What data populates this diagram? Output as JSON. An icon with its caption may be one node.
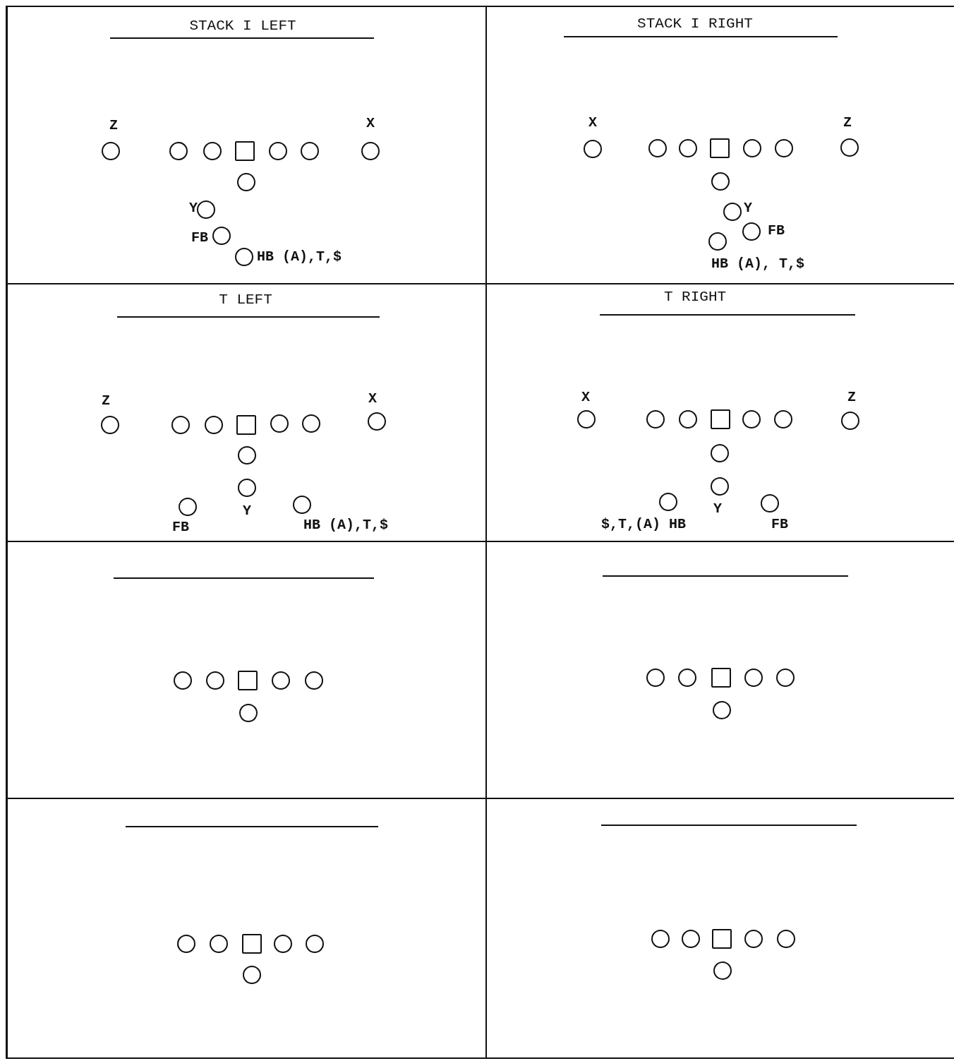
{
  "diagram": {
    "nodes": [
      {
        "text": [
          "STACK I LEFT"
        ]
      },
      {
        "text": [],
        "shape": "circle",
        "in": 0,
        "beside": [
          "Z"
        ]
      },
      {
        "text": [],
        "shape": "circle",
        "in": 0
      },
      {
        "text": [],
        "shape": "circle",
        "in": 0
      },
      {
        "text": [],
        "shape": "box",
        "in": 0
      },
      {
        "text": [],
        "shape": "circle",
        "in": 0
      },
      {
        "text": [],
        "shape": "circle",
        "in": 0
      },
      {
        "text": [],
        "shape": "circle",
        "in": 0,
        "beside": [
          "X"
        ]
      },
      {
        "text": [],
        "shape": "circle",
        "in": 0
      },
      {
        "text": [],
        "shape": "circle",
        "in": 0,
        "beside": [
          "Y"
        ]
      },
      {
        "text": [],
        "shape": "circle",
        "in": 0,
        "beside": [
          "FB"
        ]
      },
      {
        "text": [],
        "shape": "circle",
        "in": 0,
        "beside": [
          "HB (A),T,$"
        ]
      },
      {
        "text": [
          "STACK I RIGHT"
        ]
      },
      {
        "text": [],
        "shape": "circle",
        "in": 12,
        "beside": [
          "X"
        ]
      },
      {
        "text": [],
        "shape": "circle",
        "in": 12
      },
      {
        "text": [],
        "shape": "circle",
        "in": 12
      },
      {
        "text": [],
        "shape": "box",
        "in": 12
      },
      {
        "text": [],
        "shape": "circle",
        "in": 12
      },
      {
        "text": [],
        "shape": "circle",
        "in": 12
      },
      {
        "text": [],
        "shape": "circle",
        "in": 12,
        "beside": [
          "Z"
        ]
      },
      {
        "text": [],
        "shape": "circle",
        "in": 12
      },
      {
        "text": [],
        "shape": "circle",
        "in": 12,
        "beside": [
          "Y"
        ]
      },
      {
        "text": [],
        "shape": "circle",
        "in": 12,
        "beside": [
          "FB"
        ]
      },
      {
        "text": [],
        "shape": "circle",
        "in": 12,
        "beside": [
          "HB (A), T,$"
        ]
      },
      {
        "text": [
          "T LEFT"
        ]
      },
      {
        "text": [],
        "shape": "circle",
        "in": 24,
        "beside": [
          "Z"
        ]
      },
      {
        "text": [],
        "shape": "circle",
        "in": 24
      },
      {
        "text": [],
        "shape": "circle",
        "in": 24
      },
      {
        "text": [],
        "shape": "box",
        "in": 24
      },
      {
        "text": [],
        "shape": "circle",
        "in": 24
      },
      {
        "text": [],
        "shape": "circle",
        "in": 24
      },
      {
        "text": [],
        "shape": "circle",
        "in": 24,
        "beside": [
          "X"
        ]
      },
      {
        "text": [],
        "shape": "circle",
        "in": 24
      },
      {
        "text": [],
        "shape": "circle",
        "in": 24,
        "beside": [
          "Y"
        ]
      },
      {
        "text": [],
        "shape": "circle",
        "in": 24,
        "beside": [
          "FB"
        ]
      },
      {
        "text": [],
        "shape": "circle",
        "in": 24,
        "beside": [
          "HB (A),T,$"
        ]
      },
      {
        "text": [
          "T RIGHT"
        ]
      },
      {
        "text": [],
        "shape": "circle",
        "in": 36,
        "beside": [
          "X"
        ]
      },
      {
        "text": [],
        "shape": "circle",
        "in": 36
      },
      {
        "text": [],
        "shape": "circle",
        "in": 36
      },
      {
        "text": [],
        "shape": "box",
        "in": 36
      },
      {
        "text": [],
        "shape": "circle",
        "in": 36
      },
      {
        "text": [],
        "shape": "circle",
        "in": 36
      },
      {
        "text": [],
        "shape": "circle",
        "in": 36,
        "beside": [
          "Z"
        ]
      },
      {
        "text": [],
        "shape": "circle",
        "in": 36
      },
      {
        "text": [],
        "shape": "circle",
        "in": 36,
        "beside": [
          "Y"
        ]
      },
      {
        "text": [],
        "shape": "circle",
        "in": 36,
        "beside": [
          "$,T,(A) HB"
        ]
      },
      {
        "text": [],
        "shape": "circle",
        "in": 36,
        "beside": [
          "FB"
        ]
      },
      {
        "text": [],
        "shape": "box"
      },
      {
        "text": [],
        "shape": "circle",
        "in": 48
      },
      {
        "text": [],
        "shape": "circle",
        "in": 48
      },
      {
        "text": [],
        "shape": "box",
        "in": 48
      },
      {
        "text": [],
        "shape": "circle",
        "in": 48
      },
      {
        "text": [],
        "shape": "circle",
        "in": 48
      },
      {
        "text": [],
        "shape": "circle",
        "in": 48
      },
      {
        "text": [],
        "shape": "box"
      },
      {
        "text": [],
        "shape": "circle",
        "in": 55
      },
      {
        "text": [],
        "shape": "circle",
        "in": 55
      },
      {
        "text": [],
        "shape": "box",
        "in": 55
      },
      {
        "text": [],
        "shape": "circle",
        "in": 55
      },
      {
        "text": [],
        "shape": "circle",
        "in": 55
      },
      {
        "text": [],
        "shape": "circle",
        "in": 55
      },
      {
        "text": [],
        "shape": "box"
      },
      {
        "text": [],
        "shape": "circle",
        "in": 62
      },
      {
        "text": [],
        "shape": "circle",
        "in": 62
      },
      {
        "text": [],
        "shape": "box",
        "in": 62
      },
      {
        "text": [],
        "shape": "circle",
        "in": 62
      },
      {
        "text": [],
        "shape": "circle",
        "in": 62
      },
      {
        "text": [],
        "shape": "circle",
        "in": 62
      },
      {
        "text": [],
        "shape": "box"
      },
      {
        "text": [],
        "shape": "circle",
        "in": 69
      },
      {
        "text": [],
        "shape": "circle",
        "in": 69
      },
      {
        "text": [],
        "shape": "box",
        "in": 69
      },
      {
        "text": [],
        "shape": "circle",
        "in": 69
      },
      {
        "text": [],
        "shape": "circle",
        "in": 69
      },
      {
        "text": [],
        "shape": "circle",
        "in": 69
      }
    ]
  }
}
